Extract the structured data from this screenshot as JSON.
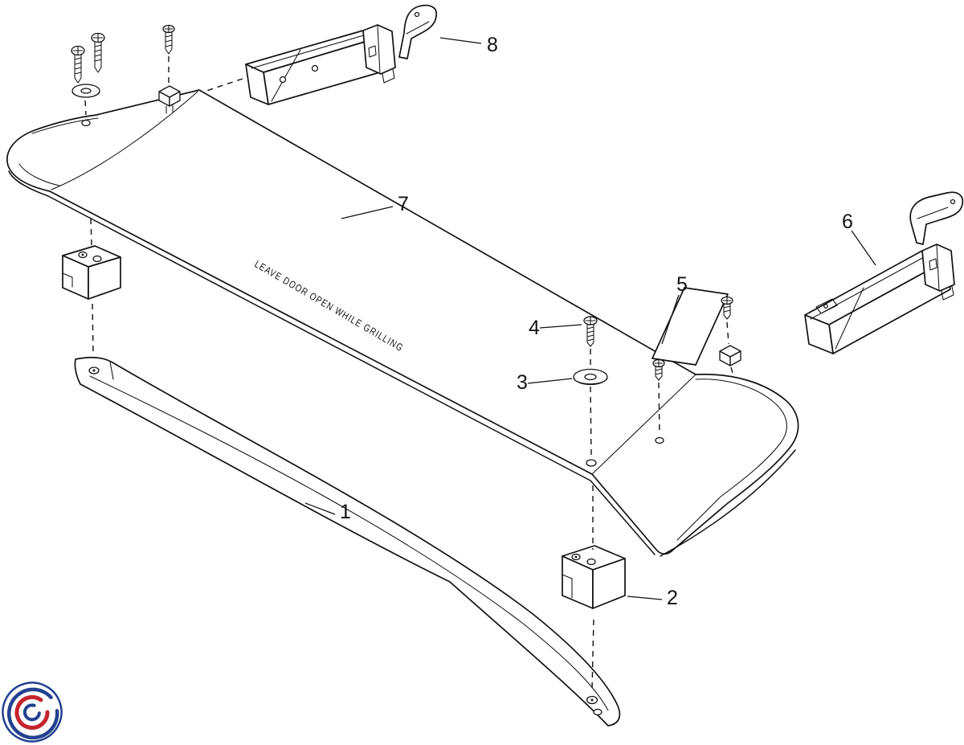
{
  "diagram": {
    "type": "exploded-parts-diagram",
    "subject": "grill-door-assembly",
    "door_warning_text": "LEAVE DOOR OPEN WHILE GRILLING",
    "callouts": [
      {
        "id": "1",
        "part": "door-handle"
      },
      {
        "id": "2",
        "part": "handle-spacer-block"
      },
      {
        "id": "3",
        "part": "washer"
      },
      {
        "id": "4",
        "part": "handle-screw"
      },
      {
        "id": "5",
        "part": "hinge-mounting-plate"
      },
      {
        "id": "6",
        "part": "door-hinge-right"
      },
      {
        "id": "7",
        "part": "door-panel"
      },
      {
        "id": "8",
        "part": "door-hinge-left"
      }
    ]
  },
  "branding": {
    "logo_icon": "swirl-logo",
    "colors": {
      "logo_blue": "#23418f",
      "logo_red": "#c4242e"
    }
  },
  "canvas": {
    "background": "#ffffff",
    "line_color": "#111111"
  }
}
